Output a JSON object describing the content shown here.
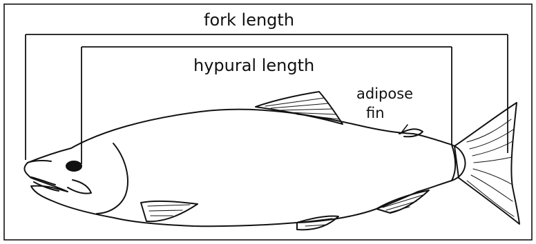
{
  "diagram": {
    "labels": {
      "fork_length": "fork length",
      "hypural_length": "hypural length",
      "adipose_line1": "adipose",
      "adipose_line2": "fin"
    },
    "colors": {
      "ink": "#111111",
      "background": "#ffffff"
    }
  }
}
